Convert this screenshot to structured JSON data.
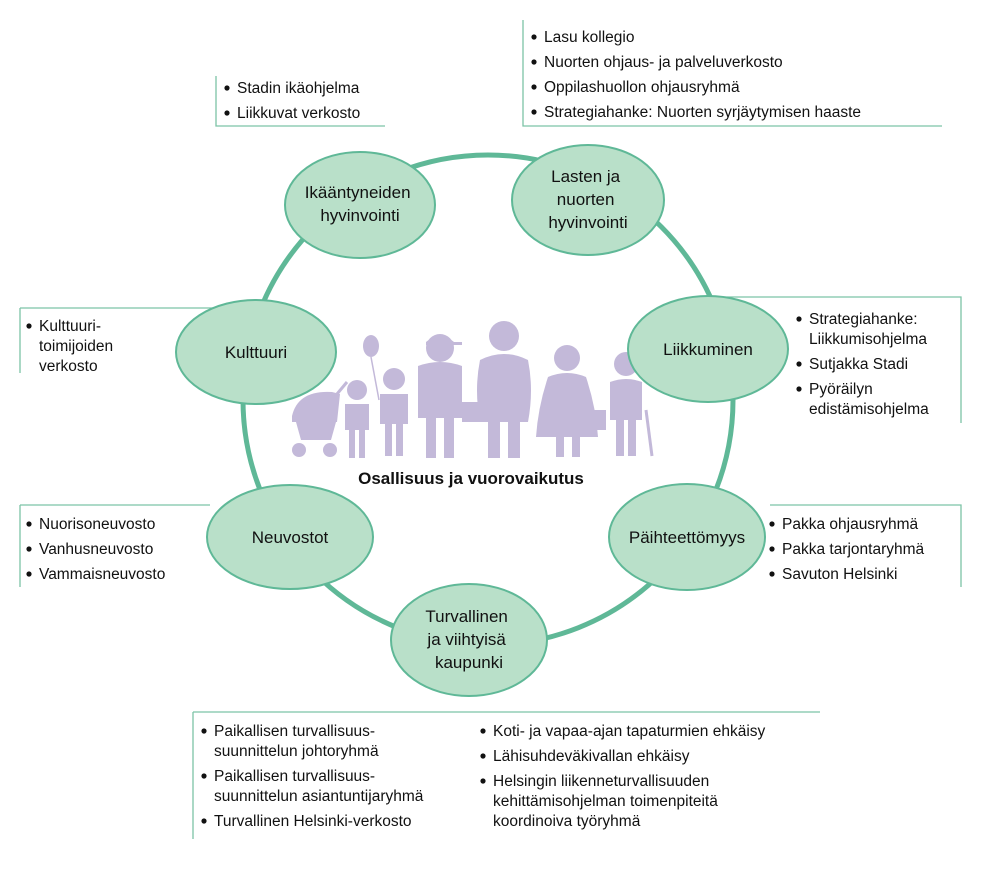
{
  "center": {
    "title": "Osallisuus ja vuorovaikutus"
  },
  "colors": {
    "ring": "#5fb897",
    "node_fill": "#b9e0c9",
    "node_stroke": "#5fb897",
    "people": "#c3b9d9"
  },
  "nodes": {
    "ikaantyneet": {
      "label": [
        "Ikääntyneiden",
        "hyvinvointi"
      ],
      "items": [
        [
          "Stadin ikäohjelma"
        ],
        [
          "Liikkuvat verkosto"
        ]
      ]
    },
    "lapset": {
      "label": [
        "Lasten ja",
        "nuorten",
        "hyvinvointi"
      ],
      "items": [
        [
          "Lasu kollegio"
        ],
        [
          "Nuorten ohjaus- ja palveluverkosto"
        ],
        [
          "Oppilashuollon ohjausryhmä"
        ],
        [
          "Strategiahanke: Nuorten syrjäytymisen haaste"
        ]
      ]
    },
    "liikkuminen": {
      "label": [
        "Liikkuminen"
      ],
      "items": [
        [
          "Strategiahanke:",
          "Liikkumisohjelma"
        ],
        [
          "Sutjakka Stadi"
        ],
        [
          "Pyöräilyn",
          "edistämisohjelma"
        ]
      ]
    },
    "paihteettomyys": {
      "label": [
        "Päihteettömyys"
      ],
      "items": [
        [
          "Pakka ohjausryhmä"
        ],
        [
          "Pakka tarjontaryhmä"
        ],
        [
          "Savuton Helsinki"
        ]
      ]
    },
    "turvallinen": {
      "label": [
        "Turvallinen",
        "ja viihtyisä",
        "kaupunki"
      ],
      "items_left": [
        [
          "Paikallisen turvallisuus-",
          "suunnittelun johtoryhmä"
        ],
        [
          "Paikallisen turvallisuus-",
          "suunnittelun asiantuntijaryhmä"
        ],
        [
          "Turvallinen Helsinki-verkosto"
        ]
      ],
      "items_right": [
        [
          "Koti- ja vapaa-ajan tapaturmien ehkäisy"
        ],
        [
          "Lähisuhdeväkivallan ehkäisy"
        ],
        [
          "Helsingin liikenneturvallisuuden",
          "kehittämisohjelman toimenpiteitä",
          "koordinoiva työryhmä"
        ]
      ]
    },
    "neuvostot": {
      "label": [
        "Neuvostot"
      ],
      "items": [
        [
          "Nuorisoneuvosto"
        ],
        [
          "Vanhusneuvosto"
        ],
        [
          "Vammaisneuvosto"
        ]
      ]
    },
    "kulttuuri": {
      "label": [
        "Kulttuuri"
      ],
      "items": [
        [
          "Kulttuuri-",
          "toimijoiden",
          "verkosto"
        ]
      ]
    }
  }
}
